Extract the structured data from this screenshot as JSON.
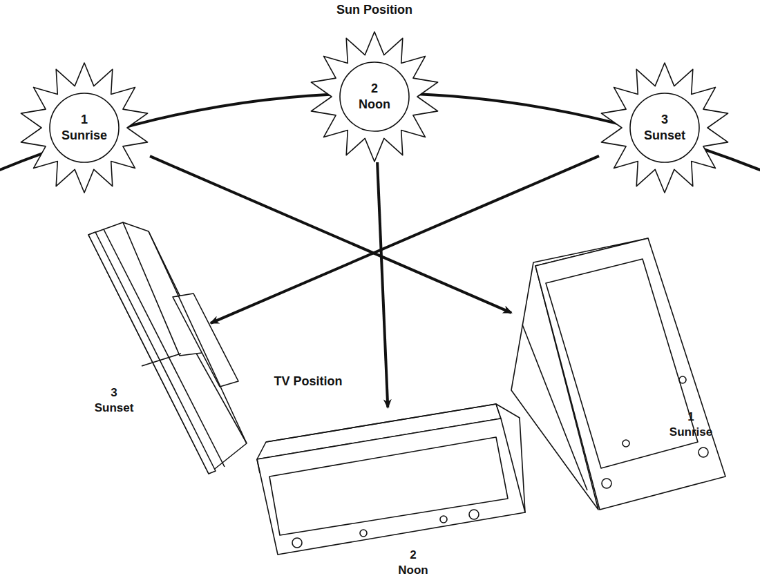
{
  "diagram": {
    "title": "Sun Position",
    "nodes": [
      {
        "text": [
          "1 Sunrise"
        ]
      },
      {
        "text": [
          "2 Noon"
        ]
      },
      {
        "text": [
          "3 Sunset"
        ]
      },
      {
        "text": [
          "3 Sunset"
        ]
      },
      {
        "text": [
          "2 Noon"
        ]
      },
      {
        "text": [
          "1 Sunrise"
        ]
      }
    ],
    "edges": [
      {
        "from": 0,
        "to": 5,
        "arrow": "to"
      },
      {
        "from": 1,
        "to": 4,
        "arrow": "to"
      },
      {
        "from": 2,
        "to": 3,
        "arrow": "to"
      }
    ],
    "labels": [
      "TV Position"
    ]
  }
}
